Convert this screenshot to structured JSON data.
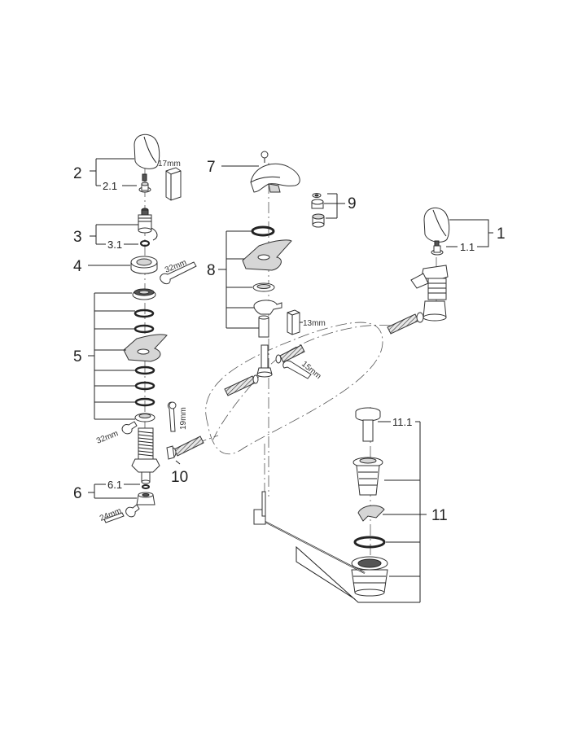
{
  "labels": {
    "p1": "1",
    "p1_1": "1.1",
    "p2": "2",
    "p2_1": "2.1",
    "p3": "3",
    "p3_1": "3.1",
    "p4": "4",
    "p5": "5",
    "p6": "6",
    "p6_1": "6.1",
    "p7": "7",
    "p8": "8",
    "p9": "9",
    "p10": "10",
    "p11": "11",
    "p11_1": "11.1"
  },
  "wrench_sizes": {
    "w17": "17mm",
    "w32a": "32mm",
    "w32b": "32mm",
    "w24": "24mm",
    "w19": "19mm",
    "w13": "13mm",
    "w15": "15mm"
  },
  "colors": {
    "line": "#222222",
    "fill": "#ffffff",
    "shade": "#d6d6d6"
  }
}
